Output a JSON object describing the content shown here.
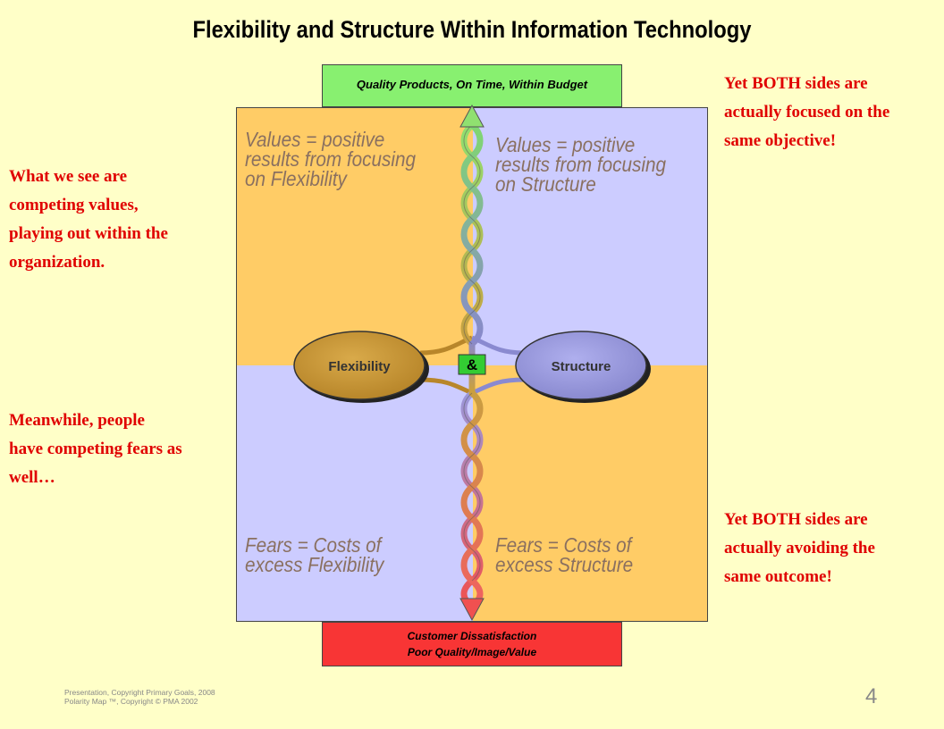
{
  "title": "Flexibility and Structure Within Information Technology",
  "top_box": {
    "label": "Quality Products, On Time, Within Budget",
    "color": "#88F070"
  },
  "bottom_box": {
    "line1": "Customer Dissatisfaction",
    "line2": "Poor Quality/Image/Value",
    "color": "#F83535"
  },
  "quadrants": {
    "top_left": "Values = positive\nresults from focusing\non Flexibility",
    "top_right": "Values = positive\nresults from focusing\non Structure",
    "bottom_left": "Fears = Costs of\nexcess Flexibility",
    "bottom_right": "Fears = Costs of\nexcess Structure"
  },
  "poles": {
    "left": "Flexibility",
    "right": "Structure",
    "connector": "&"
  },
  "left_notes": {
    "top": "What we see are\ncompeting values,\nplaying out within the\norganization.",
    "bottom": "Meanwhile, people\nhave competing fears as\nwell…"
  },
  "right_notes": {
    "top": "Yet BOTH sides are\nactually focused on the\nsame objective!",
    "bottom": "Yet BOTH sides are\nactually avoiding the\nsame outcome!"
  },
  "footer": "Presentation, Copyright Primary Goals, 2008\nPolarity Map ™, Copyright © PMA 2002",
  "page_number": "4",
  "colors": {
    "background": "#FFFFC8",
    "flexibility_quadrant": "#FFCC66",
    "structure_quadrant": "#CCCCFF",
    "note_text": "#E00000",
    "flexibility_ellipse": "#CC9933",
    "structure_ellipse": "#9999DD"
  }
}
